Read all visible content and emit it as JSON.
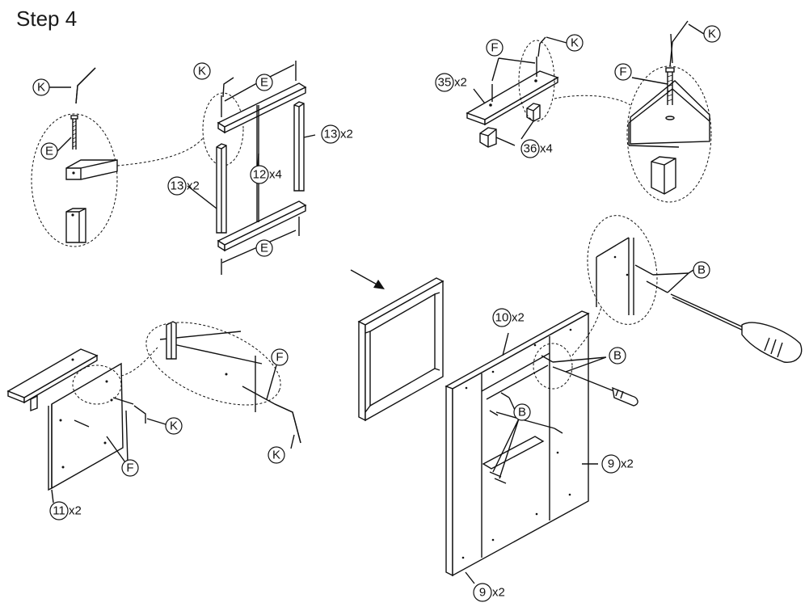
{
  "title": "Step 4",
  "labels": {
    "K": "K",
    "E": "E",
    "F": "F",
    "B": "B",
    "p9": "9",
    "p10": "10",
    "p11": "11",
    "p12": "12",
    "p13": "13",
    "p35": "35",
    "p36": "36"
  },
  "quantities": {
    "x2": "x2",
    "x4": "x4"
  }
}
